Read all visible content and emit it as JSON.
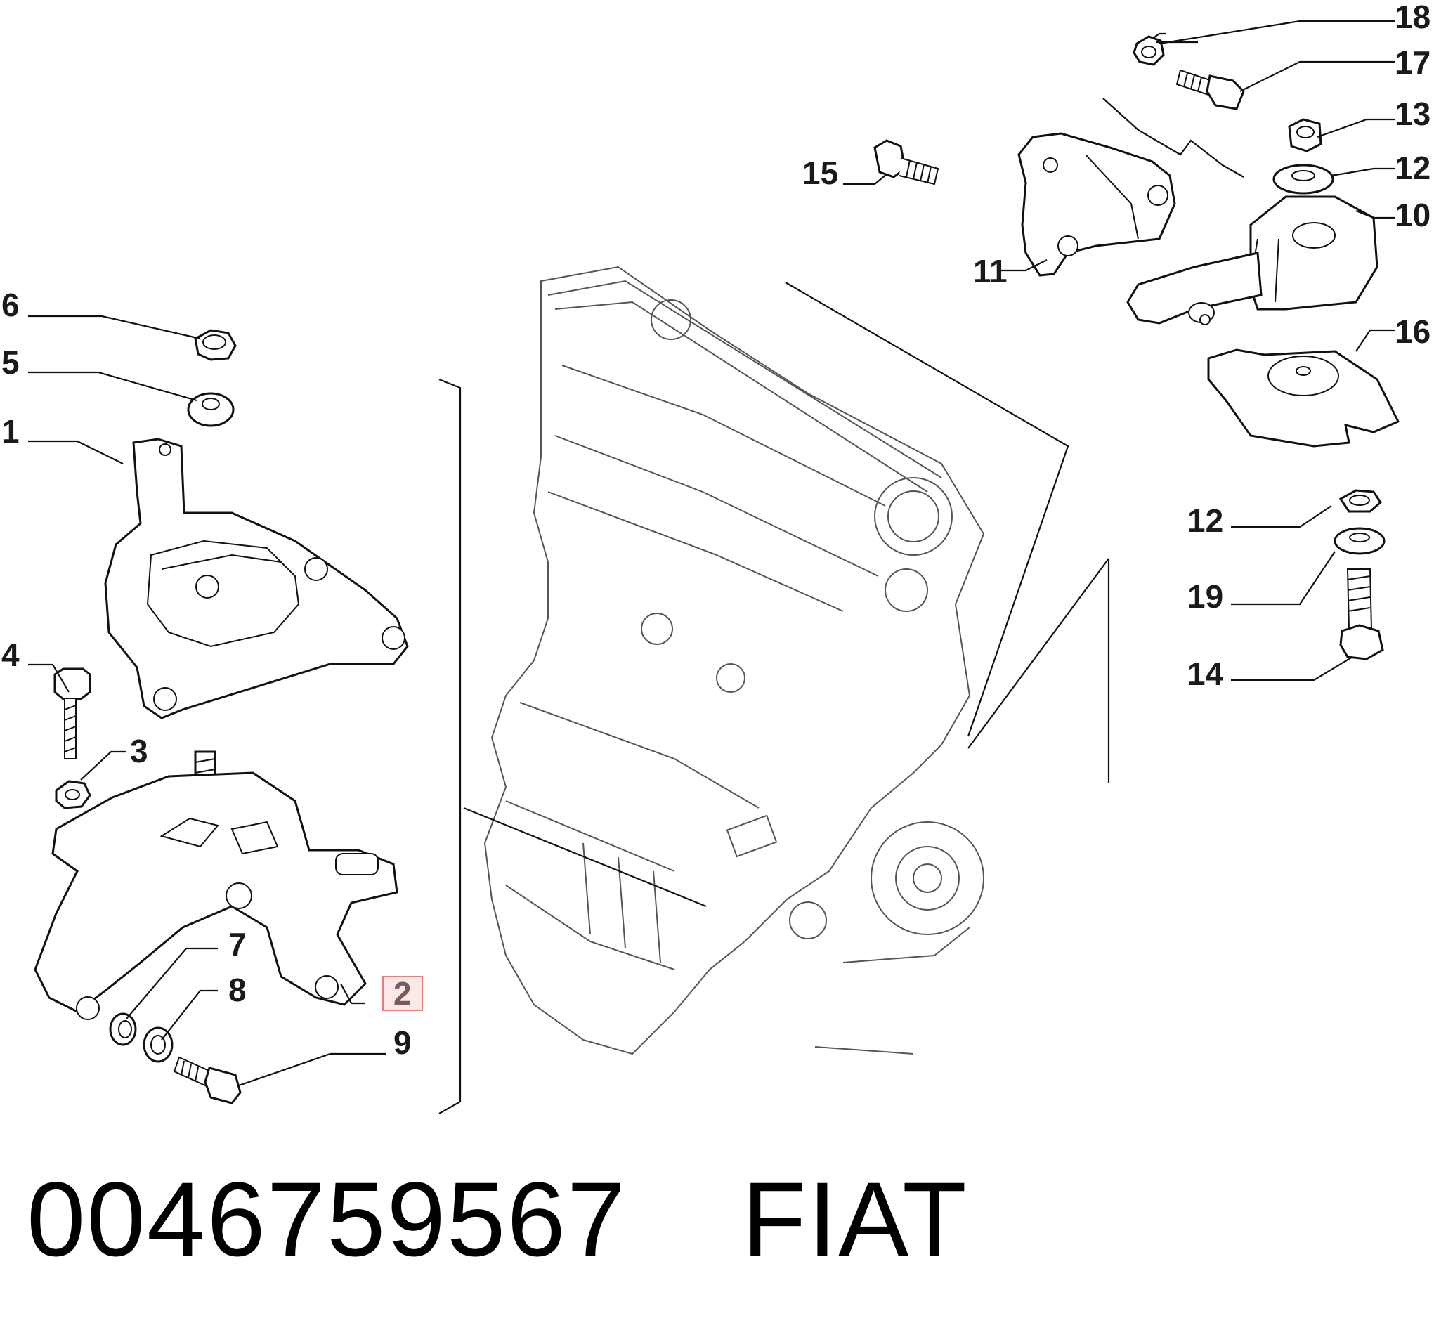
{
  "callouts": [
    {
      "id": "c1",
      "label": "1"
    },
    {
      "id": "c2",
      "label": "2",
      "highlighted": true
    },
    {
      "id": "c3",
      "label": "3"
    },
    {
      "id": "c4",
      "label": "4"
    },
    {
      "id": "c5",
      "label": "5"
    },
    {
      "id": "c6",
      "label": "6"
    },
    {
      "id": "c7",
      "label": "7"
    },
    {
      "id": "c8",
      "label": "8"
    },
    {
      "id": "c9",
      "label": "9"
    },
    {
      "id": "c10",
      "label": "10"
    },
    {
      "id": "c11",
      "label": "11"
    },
    {
      "id": "c12a",
      "label": "12"
    },
    {
      "id": "c12b",
      "label": "12"
    },
    {
      "id": "c13",
      "label": "13"
    },
    {
      "id": "c14",
      "label": "14"
    },
    {
      "id": "c15",
      "label": "15"
    },
    {
      "id": "c16",
      "label": "16"
    },
    {
      "id": "c17",
      "label": "17"
    },
    {
      "id": "c18",
      "label": "18"
    },
    {
      "id": "c19",
      "label": "19"
    }
  ],
  "footer": {
    "part_number": "0046759567",
    "brand": "FIAT"
  },
  "colors": {
    "highlight_box_stroke": "#e08080",
    "highlight_box_fill": "#fde8e8",
    "line_art": "#111111",
    "engine_art": "#555555"
  }
}
